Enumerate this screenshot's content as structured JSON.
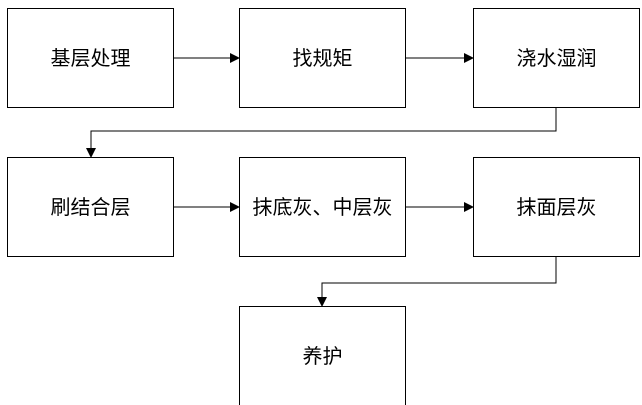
{
  "flowchart": {
    "steps": [
      {
        "id": "step-1",
        "label": "基层处理"
      },
      {
        "id": "step-2",
        "label": "找规矩"
      },
      {
        "id": "step-3",
        "label": "浇水湿润"
      },
      {
        "id": "step-4",
        "label": "刷结合层"
      },
      {
        "id": "step-5",
        "label": "抹底灰、中层灰"
      },
      {
        "id": "step-6",
        "label": "抹面层灰"
      },
      {
        "id": "step-7",
        "label": "养护"
      }
    ],
    "connections": [
      {
        "from": "step-1",
        "to": "step-2"
      },
      {
        "from": "step-2",
        "to": "step-3"
      },
      {
        "from": "step-3",
        "to": "step-4"
      },
      {
        "from": "step-4",
        "to": "step-5"
      },
      {
        "from": "step-5",
        "to": "step-6"
      },
      {
        "from": "step-6",
        "to": "step-7"
      }
    ],
    "colors": {
      "line": "#000000",
      "box_border": "#000000",
      "background": "#ffffff"
    }
  }
}
